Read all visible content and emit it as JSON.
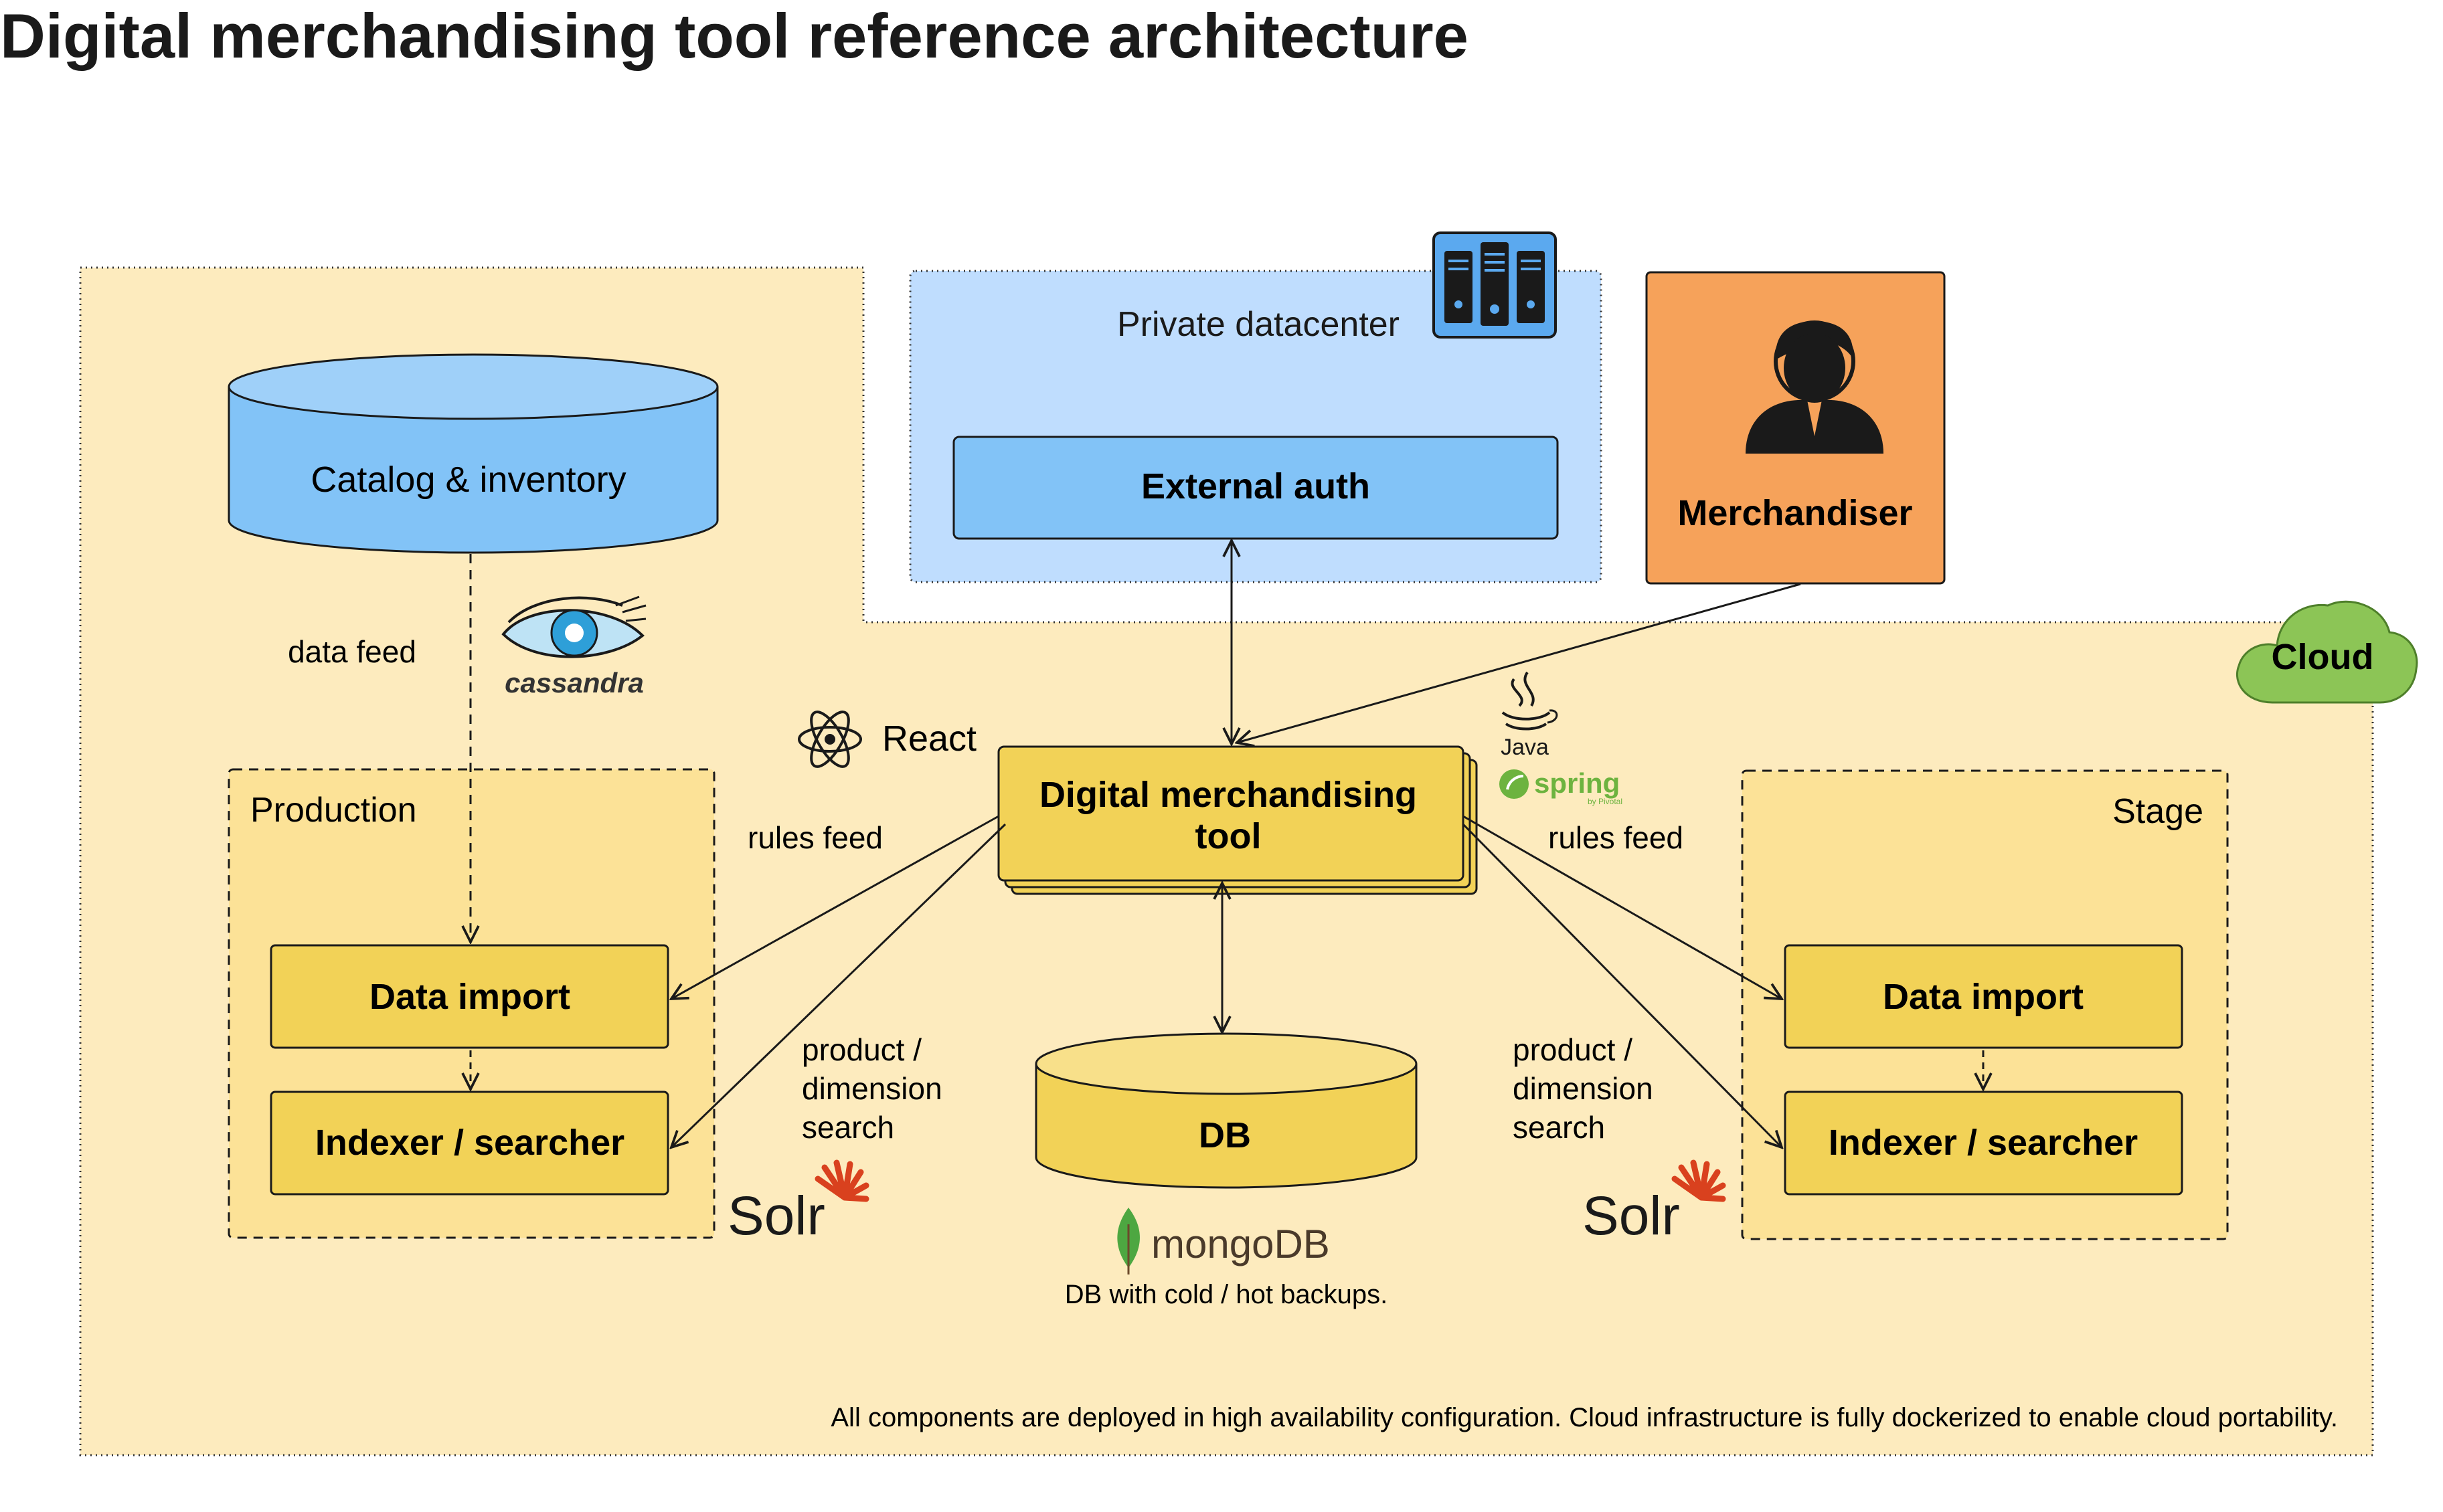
{
  "title": "Digital merchandising tool reference architecture",
  "regions": {
    "cloud_label": "Cloud",
    "private_datacenter": "Private datacenter",
    "production": "Production",
    "stage": "Stage"
  },
  "nodes": {
    "catalog": "Catalog & inventory",
    "external_auth": "External auth",
    "merchandiser": "Merchandiser",
    "tool_line1": "Digital merchandising",
    "tool_line2": "tool",
    "db": "DB",
    "prod_data_import": "Data import",
    "prod_indexer": "Indexer / searcher",
    "stage_data_import": "Data import",
    "stage_indexer": "Indexer / searcher"
  },
  "edge_labels": {
    "data_feed": "data feed",
    "rules_feed_left": "rules feed",
    "rules_feed_right": "rules feed",
    "search_left": [
      "product /",
      "dimension",
      "search"
    ],
    "search_right": [
      "product /",
      "dimension",
      "search"
    ]
  },
  "logos": {
    "cassandra": "cassandra",
    "react": "React",
    "java": "Java",
    "spring": "spring",
    "spring_sub": "by Pivotal",
    "solr_left": "Solr",
    "solr_right": "Solr",
    "mongodb": "mongoDB"
  },
  "notes": {
    "db_caption": "DB with cold / hot backups.",
    "footer": "All components are deployed in high availability configuration. Cloud infrastructure is fully dockerized to enable cloud portability."
  },
  "colors": {
    "cloud_fill": "#FDEBBE",
    "zone_fill": "#FCE297",
    "component_yellow": "#F2D257",
    "private_fill": "#BFDDFE",
    "blue_component": "#82C3F7",
    "merchandiser_fill": "#F6A25A",
    "cloud_badge": "#8CC556",
    "solr_red": "#D9411E",
    "mongo_green": "#4DA741",
    "cassandra_blue": "#2E9FD8"
  }
}
